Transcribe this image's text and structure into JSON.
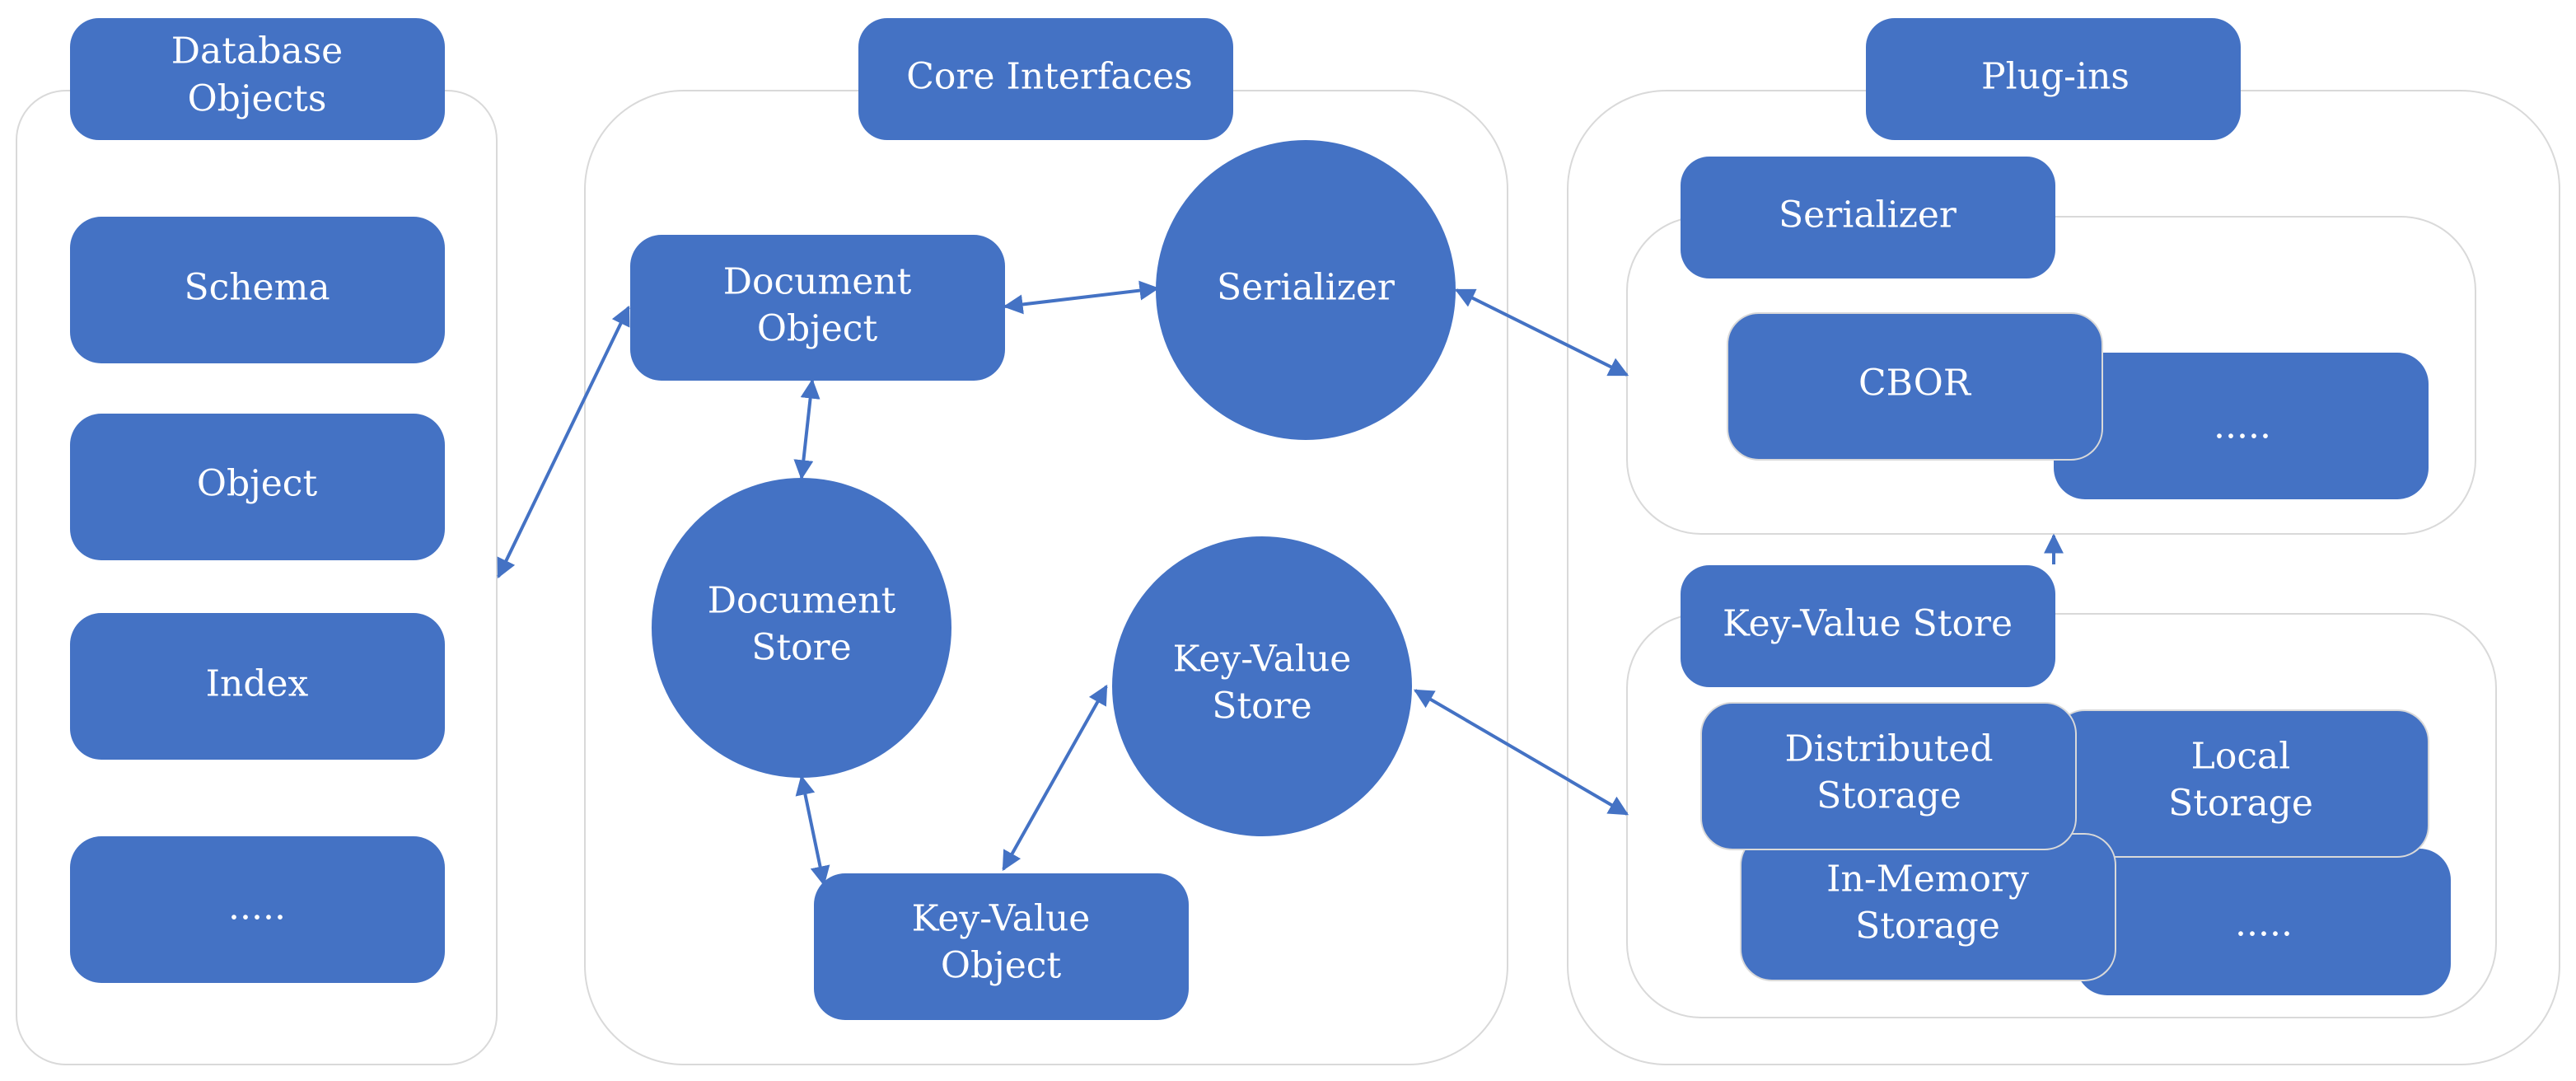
{
  "colors": {
    "node_fill": "#4472C4",
    "node_text": "#FFFFFF",
    "container_border": "#D9D9D9",
    "arrow": "#4472C4"
  },
  "groups": {
    "database_objects": {
      "title_lines": [
        "Database",
        "Objects"
      ],
      "items": [
        {
          "lines": [
            "Schema"
          ]
        },
        {
          "lines": [
            "Object"
          ]
        },
        {
          "lines": [
            "Index"
          ]
        },
        {
          "lines": [
            "....."
          ]
        }
      ]
    },
    "core_interfaces": {
      "title_lines": [
        "Core Interfaces"
      ],
      "document_object": [
        "Document",
        "Object"
      ],
      "serializer": [
        "Serializer"
      ],
      "document_store": [
        "Document",
        "Store"
      ],
      "key_value_store": [
        "Key-Value",
        "Store"
      ],
      "key_value_object": [
        "Key-Value",
        "Object"
      ]
    },
    "plugins": {
      "title_lines": [
        "Plug-ins"
      ],
      "serializer_group": {
        "title_lines": [
          "Serializer"
        ],
        "items": [
          {
            "lines": [
              "CBOR"
            ]
          },
          {
            "lines": [
              "....."
            ]
          }
        ]
      },
      "kv_group": {
        "title_lines": [
          "Key-Value Store"
        ],
        "items": [
          {
            "lines": [
              "Distributed",
              "Storage"
            ]
          },
          {
            "lines": [
              "Local",
              "Storage"
            ]
          },
          {
            "lines": [
              "In-Memory",
              "Storage"
            ]
          },
          {
            "lines": [
              "....."
            ]
          }
        ]
      }
    }
  }
}
